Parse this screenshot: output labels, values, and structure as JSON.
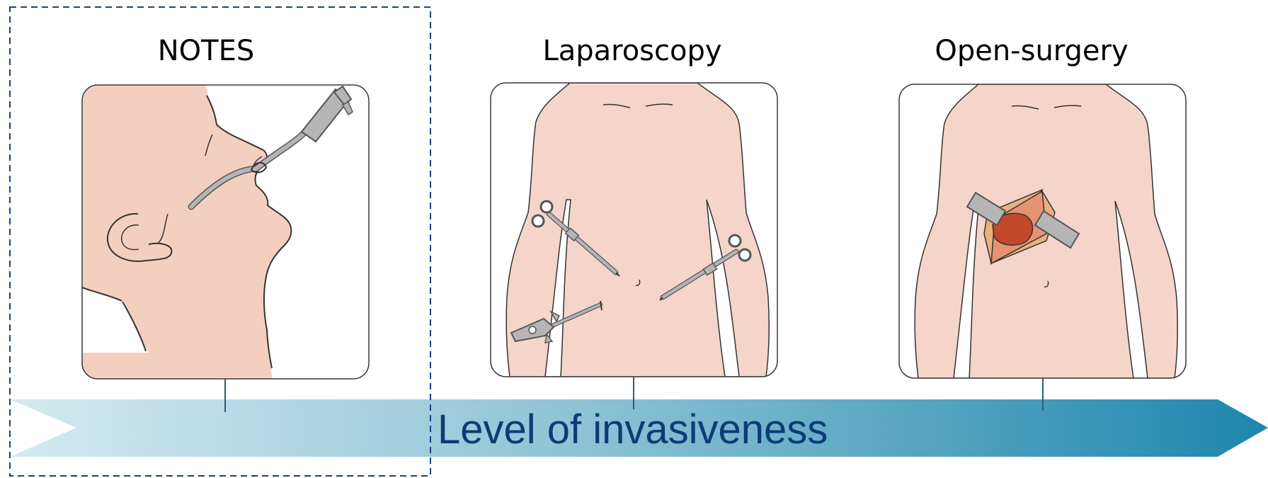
{
  "panels": [
    {
      "title": "NOTES",
      "illustration": "face-with-endoscope-through-nose"
    },
    {
      "title": "Laparoscopy",
      "illustration": "torso-with-laparoscopic-instruments"
    },
    {
      "title": "Open-surgery",
      "illustration": "torso-with-open-incision-and-retractors"
    }
  ],
  "arrow": {
    "label": "Level of invasiveness",
    "gradient": [
      "#d4eaf1",
      "#1e86ad"
    ]
  },
  "colors": {
    "skin": "#f5d5c9",
    "face_skin": "#f4cfc0",
    "instrument": "#b5b5b5",
    "instrument_stroke": "#555555",
    "highlight_frame": "#1f3f80",
    "label": "#0d3b73",
    "incision_outer": "#e9b07d",
    "incision_mid": "#e49473",
    "organ": "#c4482c"
  }
}
